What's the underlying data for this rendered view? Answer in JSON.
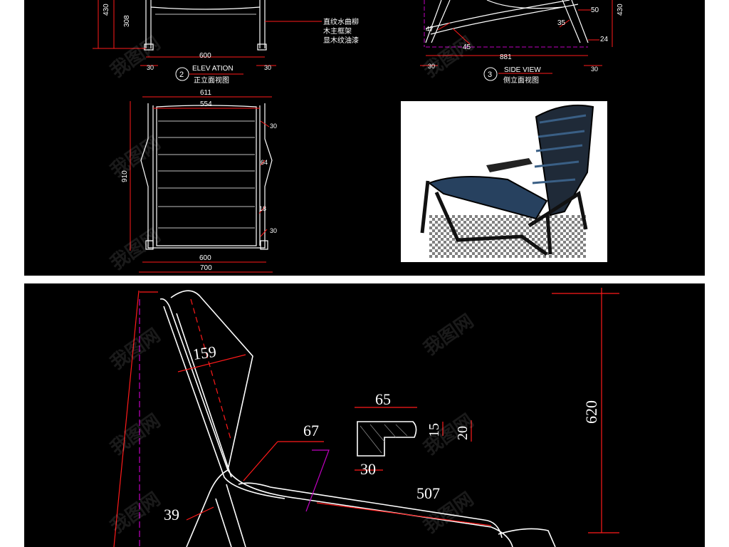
{
  "top_left": {
    "dims_vertical": [
      "430",
      "308"
    ],
    "width": "600",
    "side_margin_left": "30",
    "side_margin_right": "30",
    "note_lines": [
      "直纹水曲柳",
      "木主框架",
      "显木纹油漆"
    ],
    "label_number": "2",
    "label_en": "ELEV ATION",
    "label_cn": "正立面视图"
  },
  "top_right": {
    "dims": [
      "50",
      "35",
      "47",
      "45",
      "24",
      "430"
    ],
    "width": "881",
    "side_margin_left": "30",
    "side_margin_right": "30",
    "label_number": "3",
    "label_en": "SIDE VIEW",
    "label_cn": "侧立面视图"
  },
  "plan": {
    "outer_width": "611",
    "inner_width": "554",
    "height": "910",
    "right_dims": [
      "30",
      "64",
      "18",
      "30"
    ],
    "bottom_inner": "600",
    "bottom_outer": "700"
  },
  "detail": {
    "dim_159": "159",
    "dim_67": "67",
    "dim_39": "39",
    "dim_507": "507",
    "dim_620": "620",
    "section_width": "65",
    "section_h1": "15",
    "section_h2": "20",
    "section_base": "30"
  },
  "watermark": "我图网",
  "colors": {
    "background": "#000000",
    "lines": "#ffffff",
    "dimension": "#ff1a1a",
    "accent": "#c000c0"
  }
}
